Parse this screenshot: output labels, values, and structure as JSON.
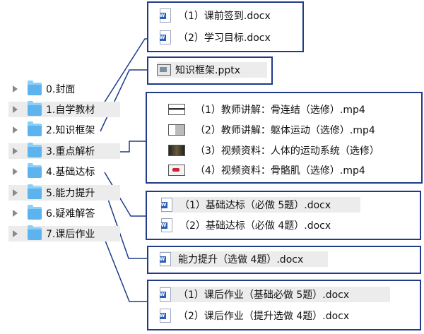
{
  "tree": {
    "folders": [
      "0.封面",
      "1.自学教材",
      "2.知识框架",
      "3.重点解析",
      "4.基础达标",
      "5.能力提升",
      "6.疑难解答",
      "7.课后作业"
    ]
  },
  "groups": {
    "self_study": [
      "（1）课前签到.docx",
      "（2）学习目标.docx"
    ],
    "framework": [
      "知识框架.pptx"
    ],
    "key_points": [
      "（1）教师讲解：骨连结（选修）.mp4",
      "（2）教师讲解：躯体运动（选修）.mp4",
      "（3）视频资料：人体的运动系统（选修）",
      "（4）视频资料：骨骼肌（选修）.mp4"
    ],
    "basic": [
      "（1）基础达标（必做 5题）.docx",
      "（2）基础达标（必做 4题）.docx"
    ],
    "ability": [
      "能力提升（选做 4题）.docx"
    ],
    "homework": [
      "（1）课后作业（基础必做 5题）.docx",
      "（2）课后作业（提升选做 4题）.docx"
    ]
  },
  "colors": {
    "box_border": "#1f3b8a",
    "connector": "#1f3b8a",
    "folder": "#5db3ee",
    "word_badge": "#2b5fb8"
  },
  "icons": {
    "word": "word-doc-icon",
    "ppt": "powerpoint-icon",
    "video": "video-thumbnail-icon",
    "folder": "folder-icon",
    "disclosure": "disclosure-triangle-icon"
  }
}
